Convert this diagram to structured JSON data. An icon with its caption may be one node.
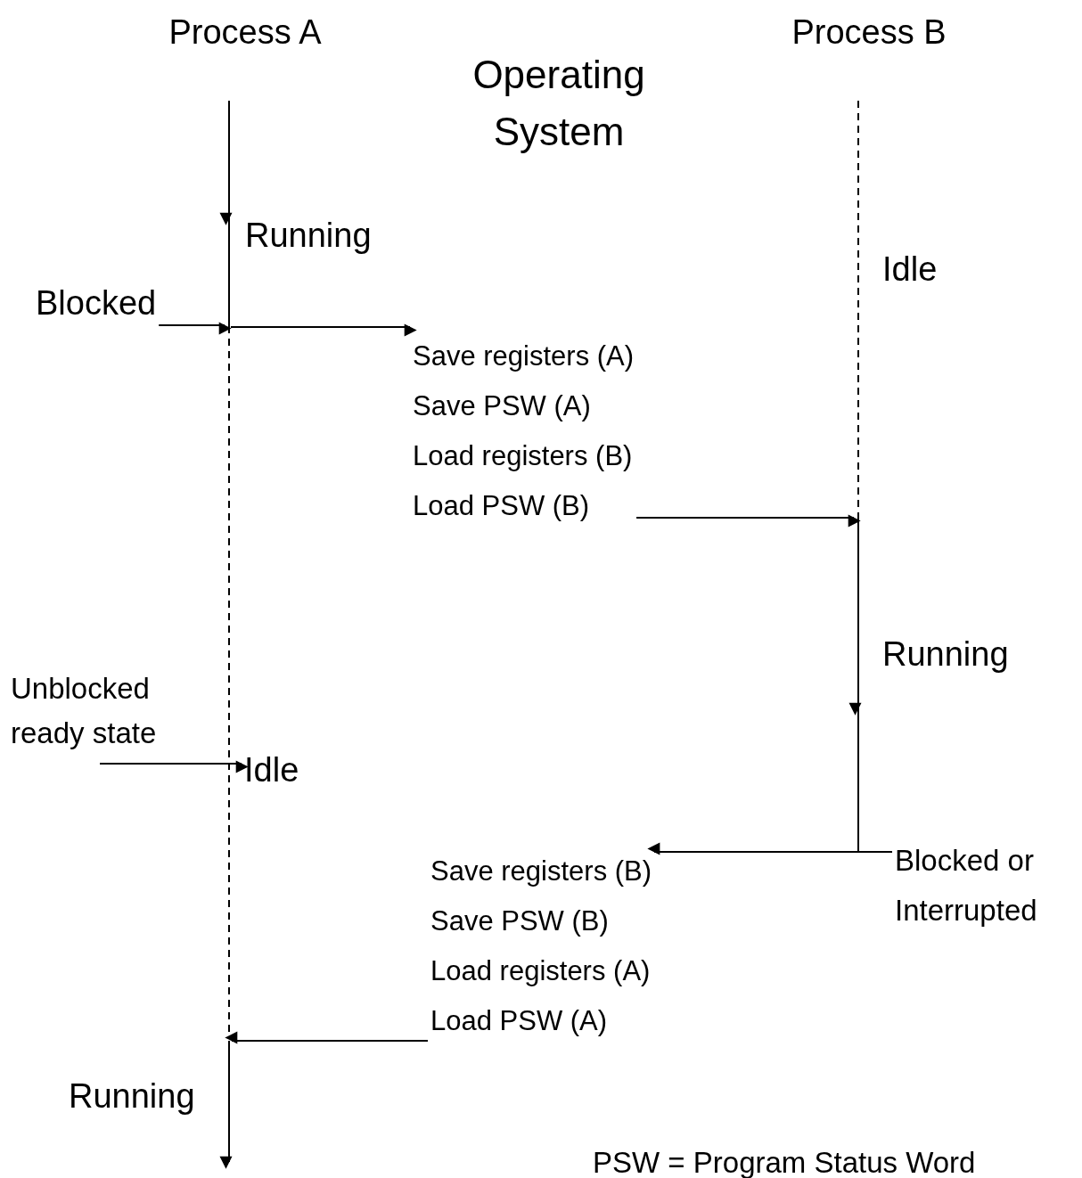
{
  "diagram": {
    "nodes": [
      {
        "text": [
          "Process A"
        ]
      },
      {
        "text": [
          "Operating System"
        ]
      },
      {
        "text": [
          "Process B"
        ]
      },
      {
        "text": [
          "Running"
        ]
      },
      {
        "text": [
          "Blocked"
        ]
      },
      {
        "text": [
          "Idle"
        ]
      },
      {
        "text": [
          "Save registers (A)",
          "Save PSW (A)",
          "Load registers (B)",
          "Load PSW (B)"
        ]
      },
      {
        "text": [
          "Running"
        ]
      },
      {
        "text": [
          "Unblocked ready state"
        ]
      },
      {
        "text": [
          "Idle"
        ]
      },
      {
        "text": [
          "Blocked or Interrupted"
        ]
      },
      {
        "text": [
          "Save registers (B)",
          "Save PSW (B)",
          "Load registers (A)",
          "Load PSW (A)"
        ]
      },
      {
        "text": [
          "Running"
        ]
      }
    ],
    "edges": [
      {
        "from": 4,
        "to": null,
        "arrow": "to"
      },
      {
        "from": null,
        "to": 6,
        "arrow": "to"
      },
      {
        "from": 6,
        "to": null,
        "arrow": "to"
      },
      {
        "from": 10,
        "to": 11,
        "arrow": "to"
      },
      {
        "from": 8,
        "to": 9,
        "arrow": "to"
      },
      {
        "from": 11,
        "to": null,
        "arrow": "to"
      }
    ],
    "labels": [
      "PSW = Program Status Word"
    ]
  }
}
